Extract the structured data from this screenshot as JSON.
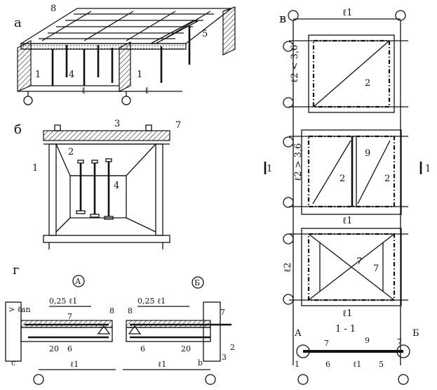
{
  "panels": {
    "a": "а",
    "b": "б",
    "v": "в",
    "g": "г"
  },
  "panel_a": {
    "markers": [
      "8",
      "5",
      "1",
      "4",
      "1"
    ],
    "spans": [
      "ℓ",
      "ℓ"
    ]
  },
  "panel_b": {
    "markers": [
      "3",
      "7",
      "2",
      "1",
      "4"
    ]
  },
  "panel_v": {
    "top_span": "ℓ1",
    "top_height": "ℓ2 < 3,6",
    "top_marker": "2",
    "mid_height": "ℓ2 > 3,6",
    "mid_markers": [
      "9",
      "2",
      "2"
    ],
    "section_mark": "1",
    "bottom_span": "ℓ1",
    "lower_height": "ℓ2",
    "lower_markers": [
      "7",
      "7"
    ],
    "section_title": "1 - 1",
    "section_letters": [
      "А",
      "Б"
    ],
    "section_markers": [
      "7",
      "9",
      "7",
      "1",
      "6",
      "ℓ1",
      "5"
    ]
  },
  "panel_g": {
    "detail_a": "А",
    "detail_b": "Б",
    "left_anchor": "> ℓan",
    "left_quarter": "0,25 ℓ1",
    "right_quarter": "0,25 ℓ1",
    "left_markers": [
      "7",
      "8",
      "20",
      "6"
    ],
    "right_markers": [
      "8",
      "7",
      "6",
      "20",
      "2",
      "3"
    ],
    "c_label": "c",
    "b_label": "b",
    "span_left": "ℓ1",
    "span_right": "ℓ1"
  }
}
